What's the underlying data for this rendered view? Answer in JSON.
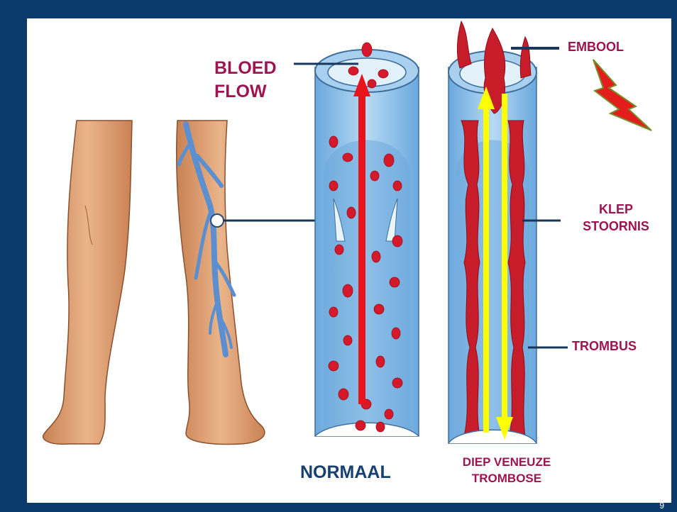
{
  "labels": {
    "blood_flow_line1": "BLOED",
    "blood_flow_line2": "FLOW",
    "embolus": "EMBOOL",
    "valve_line1": "KLEP",
    "valve_line2": "STOORNIS",
    "thrombus": "TROMBUS",
    "normal": "NORMAAL",
    "dvt_line1": "DIEP VENEUZE",
    "dvt_line2": "TROMBOSE"
  },
  "page_number": "9",
  "colors": {
    "background": "#0b3a6b",
    "label_maroon": "#9e1451",
    "label_navy": "#16406f",
    "flow_arrow_normal": "#e8141c",
    "flow_arrow_dvt": "#ffff00",
    "vein_blue": "#8fc3ea",
    "blood_cell": "#d3192a",
    "skin": "#e3a777"
  },
  "icons": {
    "lightning": "lightning-bolt-icon"
  }
}
